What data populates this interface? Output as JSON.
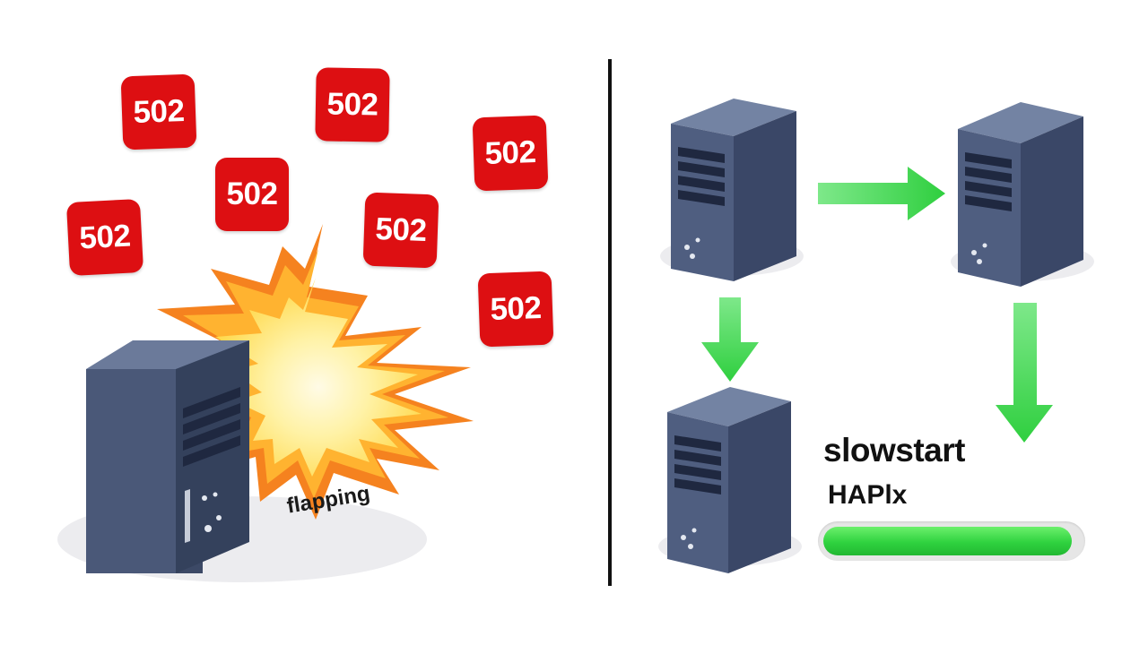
{
  "left_panel": {
    "error_badges": [
      {
        "text": "502"
      },
      {
        "text": "502"
      },
      {
        "text": "502"
      },
      {
        "text": "502"
      },
      {
        "text": "502"
      },
      {
        "text": "502"
      },
      {
        "text": "502"
      }
    ],
    "explosion_label": "flapping"
  },
  "right_panel": {
    "title": "slowstart",
    "subtitle": "HAPlx",
    "progress": {
      "fraction": 0.97
    }
  },
  "colors": {
    "error_red": "#dd0f12",
    "arrow_green": "#3ed64a",
    "server_front": "#4a5878",
    "server_side": "#34415c",
    "server_top": "#6b7a9a",
    "divider": "#111111"
  }
}
